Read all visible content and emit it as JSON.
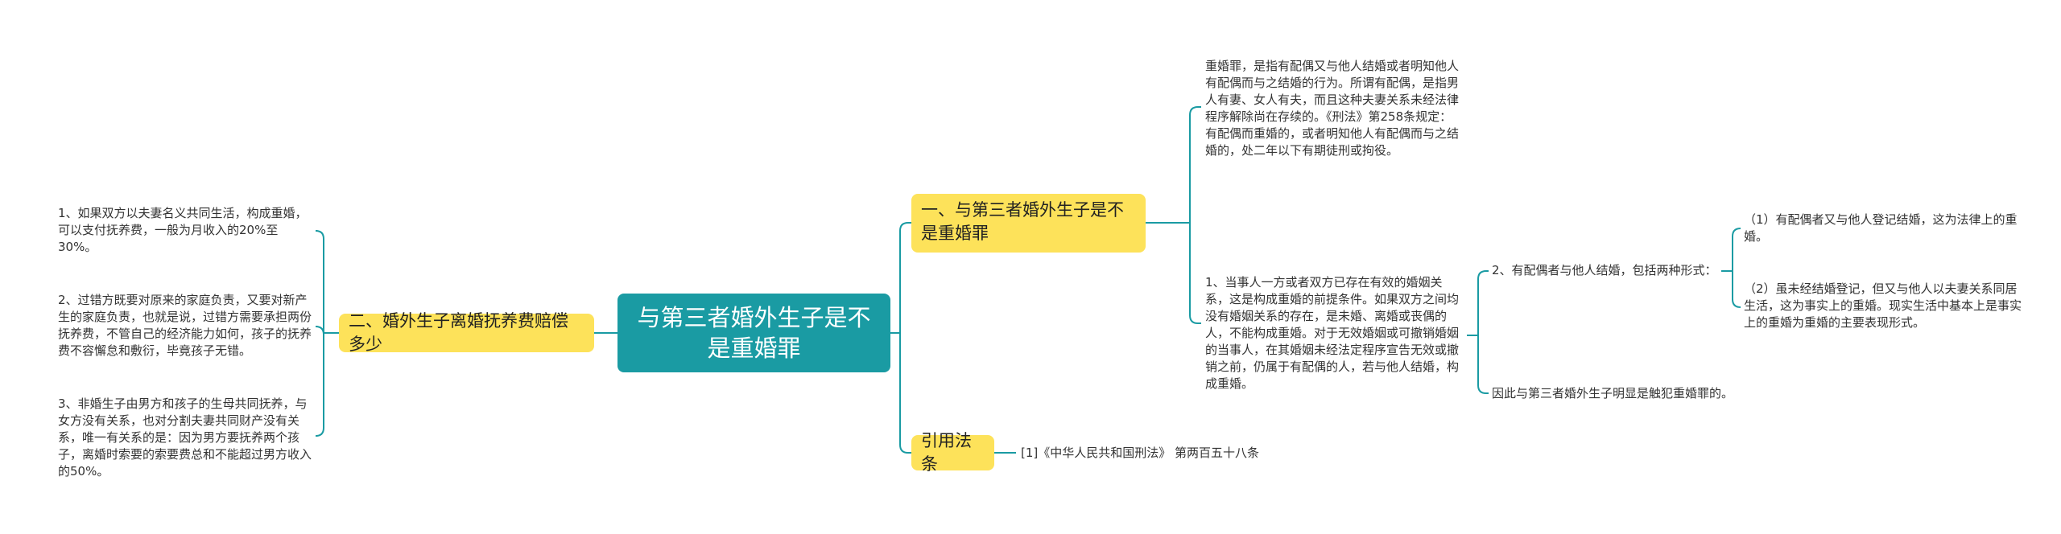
{
  "root": {
    "title": "与第三者婚外生子是不是重婚罪"
  },
  "branches": {
    "b1": {
      "label": "一、与第三者婚外生子是不是重婚罪",
      "definition": "重婚罪，是指有配偶又与他人结婚或者明知他人有配偶而与之结婚的行为。所谓有配偶，是指男人有妻、女人有夫，而且这种夫妻关系未经法律程序解除尚在存续的。《刑法》第258条规定：有配偶而重婚的，或者明知他人有配偶而与之结婚的，处二年以下有期徒刑或拘役。",
      "point1": "1、当事人一方或者双方已存在有效的婚姻关系，这是构成重婚的前提条件。如果双方之间均没有婚姻关系的存在，是未婚、离婚或丧偶的人，不能构成重婚。对于无效婚姻或可撤销婚姻的当事人，在其婚姻未经法定程序宣告无效或撤销之前，仍属于有配偶的人，若与他人结婚，构成重婚。",
      "point2": "2、有配偶者与他人结婚，包括两种形式：",
      "point2_sub1": "（1）有配偶者又与他人登记结婚，这为法律上的重婚。",
      "point2_sub2": "（2）虽未经结婚登记，但又与他人以夫妻关系同居生活，这为事实上的重婚。现实生活中基本上是事实上的重婚为重婚的主要表现形式。",
      "conclusion": "因此与第三者婚外生子明显是触犯重婚罪的。"
    },
    "b2": {
      "label": "二、婚外生子离婚抚养费赔偿多少",
      "item1": "1、如果双方以夫妻名义共同生活，构成重婚，可以支付抚养费，一般为月收入的20%至30%。",
      "item2": "2、过错方既要对原来的家庭负责，又要对新产生的家庭负责，也就是说，过错方需要承担两份抚养费，不管自己的经济能力如何，孩子的抚养费不容懈怠和敷衍，毕竟孩子无错。",
      "item3": "3、非婚生子由男方和孩子的生母共同抚养，与女方没有关系，也对分割夫妻共同财产没有关系，唯一有关系的是：因为男方要抚养两个孩子，离婚时索要的索要费总和不能超过男方收入的50%。"
    },
    "b3": {
      "label": "引用法条",
      "law": "[1]《中华人民共和国刑法》 第两百五十八条"
    }
  },
  "colors": {
    "root_bg": "#1a9ba3",
    "topic_bg": "#fde25a",
    "line": "#1a9ba3"
  }
}
